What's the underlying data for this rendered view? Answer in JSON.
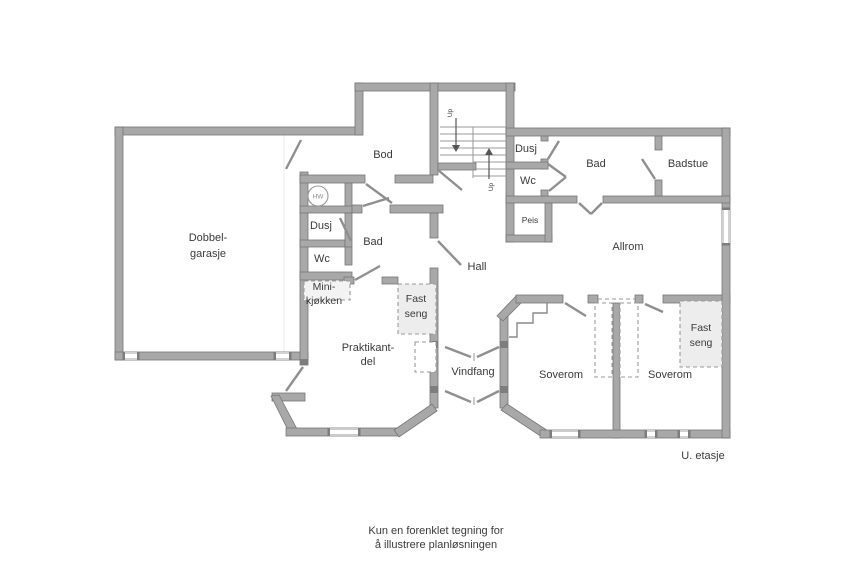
{
  "colors": {
    "wall": "#a8a8a8",
    "wall_outline": "#767676",
    "wall_cap": "#7d7d7d",
    "line": "#9a9a9a",
    "faint": "#ebebeb",
    "text": "#3a3a3a",
    "bed_fill": "#ededed",
    "background": "#ffffff"
  },
  "rooms": {
    "garage": {
      "line1": "Dobbel-",
      "line2": "garasje"
    },
    "bod": {
      "label": "Bod"
    },
    "dusj_left": {
      "label": "Dusj"
    },
    "wc_left": {
      "label": "Wc"
    },
    "bad_left": {
      "label": "Bad"
    },
    "mini_kitchen": {
      "line1": "Mini-",
      "line2": "kjøkken"
    },
    "fixed_bed_left": {
      "line1": "Fast",
      "line2": "seng"
    },
    "praktikant": {
      "line1": "Praktikant-",
      "line2": "del"
    },
    "hall": {
      "label": "Hall"
    },
    "vindfang": {
      "label": "Vindfang"
    },
    "dusj_right": {
      "label": "Dusj"
    },
    "wc_right": {
      "label": "Wc"
    },
    "bad_right": {
      "label": "Bad"
    },
    "badstue": {
      "label": "Badstue"
    },
    "peis": {
      "label": "Peis"
    },
    "allrom": {
      "label": "Allrom"
    },
    "bedroom_1": {
      "label": "Soverom"
    },
    "bedroom_2": {
      "label": "Soverom"
    },
    "fixed_bed_right": {
      "line1": "Fast",
      "line2": "seng"
    }
  },
  "stairs": {
    "up_label_1": "Up",
    "up_label_2": "Up"
  },
  "symbols": {
    "water_heater": "HW"
  },
  "floor_label": "U. etasje",
  "caption": {
    "line1": "Kun en forenklet tegning for",
    "line2": "å illustrere planløsningen"
  }
}
